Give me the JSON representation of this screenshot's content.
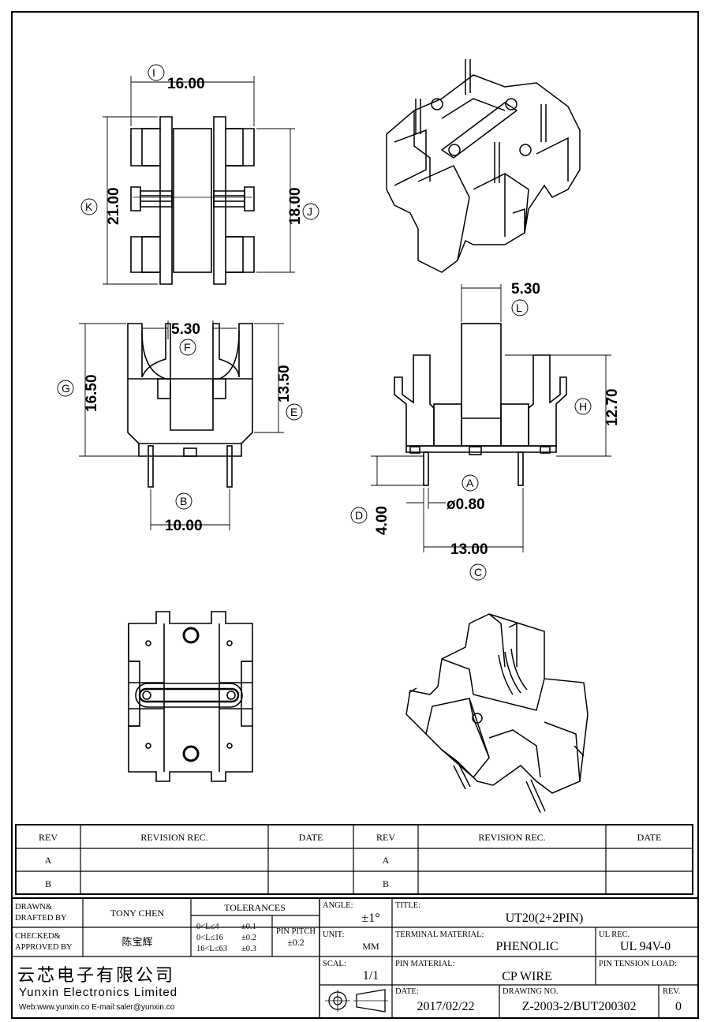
{
  "drawing": {
    "front_view": {
      "width_dim": "16.00",
      "width_id": "I",
      "height_outer_dim": "21.00",
      "height_outer_id": "K",
      "height_inner_dim": "18.00",
      "height_inner_id": "J"
    },
    "side_view_left": {
      "slot_dim": "5.30",
      "slot_id": "F",
      "height_dim": "16.50",
      "height_id": "G",
      "height2_dim": "13.50",
      "height2_id": "E",
      "pin_span_dim": "10.00",
      "pin_span_id": "B"
    },
    "side_view_right": {
      "core_dim": "5.30",
      "core_id": "L",
      "height_dim": "12.70",
      "height_id": "H",
      "pin_len_dim": "4.00",
      "pin_len_id": "D",
      "pin_dia_dim": "ø0.80",
      "pin_dia_id": "A",
      "pin_span_dim": "13.00",
      "pin_span_id": "C"
    }
  },
  "revision_table": {
    "headers": [
      "REV",
      "REVISION REC.",
      "DATE",
      "REV",
      "REVISION REC.",
      "DATE"
    ],
    "rows": [
      [
        "A",
        "",
        "",
        "A",
        "",
        ""
      ],
      [
        "B",
        "",
        "",
        "B",
        "",
        ""
      ]
    ]
  },
  "title_block": {
    "drawn_label": "DRAWN&\nDRAFTED BY",
    "drawn_value": "TONY CHEN",
    "checked_label": "CHECKED&\nAPPROVED BY",
    "checked_value": "陈宝辉",
    "tolerances_label": "TOLERANCES",
    "tol_rows": [
      [
        "0<L≤4",
        "±0.1"
      ],
      [
        "0<L≤16",
        "±0.2"
      ],
      [
        "16<L≤63",
        "±0.3"
      ]
    ],
    "pin_pitch_label": "PIN PITCH",
    "pin_pitch_value": "±0.2",
    "angle_label": "ANGLE:",
    "angle_value": "±1°",
    "unit_label": "UNIT:",
    "unit_value": "MM",
    "scal_label": "SCAL:",
    "scal_value": "1/1",
    "title_label": "TITLE:",
    "title_value": "UT20(2+2PIN)",
    "terminal_label": "TERMINAL MATERIAL:",
    "terminal_value": "PHENOLIC",
    "ul_label": "UL REC.",
    "ul_value": "UL 94V-0",
    "pin_material_label": "PIN MATERIAL:",
    "pin_material_value": "CP WIRE",
    "pin_tension_label": "PIN TENSION LOAD:",
    "date_label": "DATE:",
    "date_value": "2017/02/22",
    "drawing_no_label": "DRAWING NO.",
    "drawing_no_value": "Z-2003-2/BUT200302",
    "rev_label": "REV.",
    "rev_value": "0",
    "company_cn": "云芯电子有限公司",
    "company_en": "Yunxin Electronics Limited",
    "company_web": "Web:www.yunxin.co E-mail:saler@yunxin.co"
  }
}
